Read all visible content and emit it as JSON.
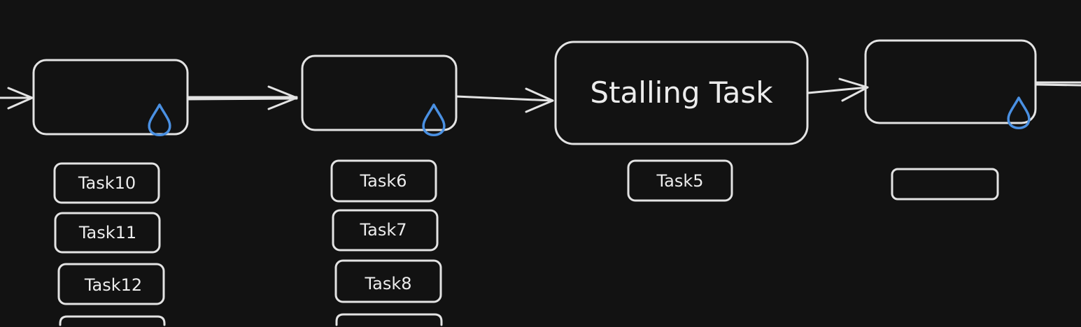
{
  "stages": [
    {
      "label": "",
      "tasks": [
        "Task10",
        "Task11",
        "Task12",
        ""
      ]
    },
    {
      "label": "",
      "tasks": [
        "Task6",
        "Task7",
        "Task8",
        ""
      ]
    },
    {
      "label": "Stalling Task",
      "tasks": [
        "Task5"
      ]
    },
    {
      "label": "",
      "tasks": [
        ""
      ]
    }
  ],
  "colors": {
    "background": "#121212",
    "stroke": "#e3e3e3",
    "drop": "#4a90e2"
  },
  "icons": [
    "water-drop-icon",
    "arrow-right-icon"
  ]
}
